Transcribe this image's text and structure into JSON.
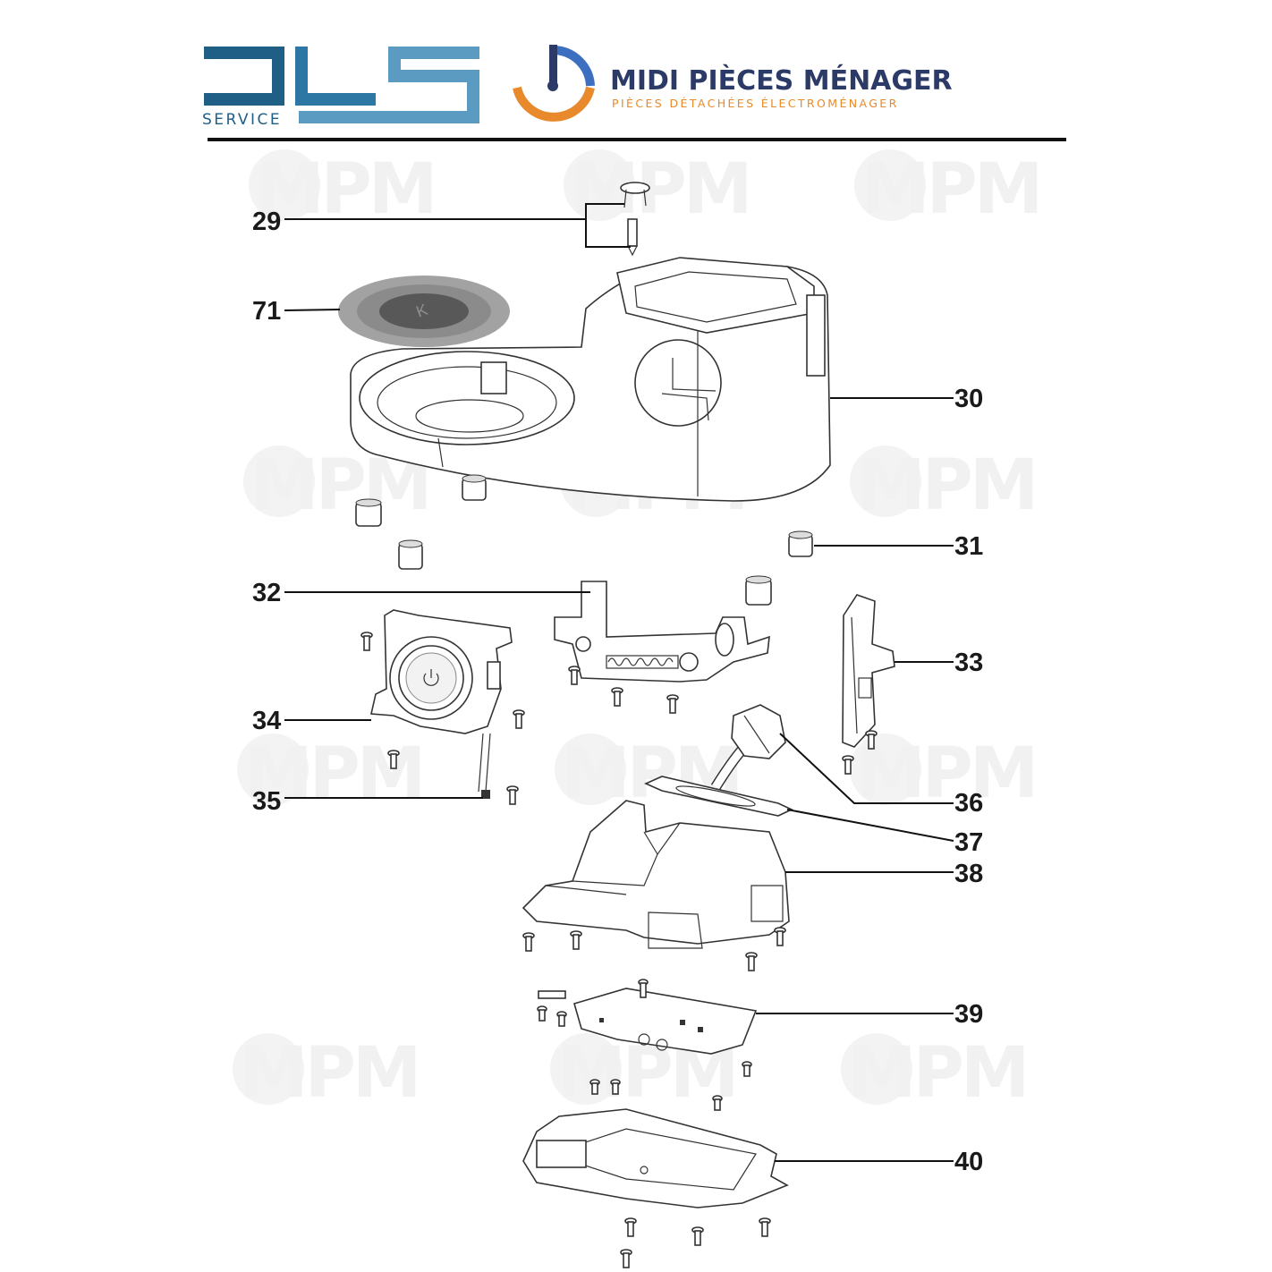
{
  "header": {
    "dls_word": "DLS",
    "dls_sub": "SERVICE",
    "mpm_title": "MIDI PIÈCES MÉNAGER",
    "mpm_subtitle": "PIÈCES DÉTACHÉES ÉLECTROMÉNAGER"
  },
  "watermark": {
    "text": "MPM"
  },
  "disk_mark": "K",
  "colors": {
    "dls_dark": "#1f5f86",
    "dls_light": "#5b9bc2",
    "mpm_navy": "#2b3a67",
    "mpm_orange": "#e8892b",
    "mpm_blue": "#3d6fc0"
  },
  "callouts": [
    {
      "label": "29"
    },
    {
      "label": "71"
    },
    {
      "label": "30"
    },
    {
      "label": "31"
    },
    {
      "label": "32"
    },
    {
      "label": "33"
    },
    {
      "label": "34"
    },
    {
      "label": "35"
    },
    {
      "label": "36"
    },
    {
      "label": "37"
    },
    {
      "label": "38"
    },
    {
      "label": "39"
    },
    {
      "label": "40"
    }
  ]
}
